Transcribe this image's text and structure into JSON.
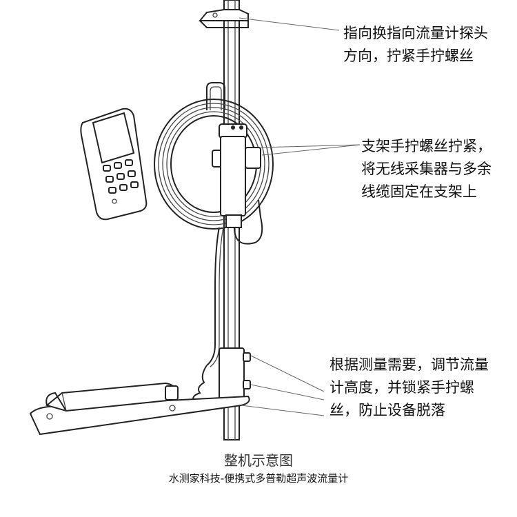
{
  "annotations": {
    "probe_direction": {
      "line1": "指向换指向流量计探头",
      "line2": "方向，拧紧手拧螺丝"
    },
    "clamp_fix": {
      "line1": "支架手拧螺丝拧紧，",
      "line2": "将无线采集器与多余",
      "line3": "线缆固定在支架上"
    },
    "height_adjust": {
      "line1": "根据测量需要，调节流量",
      "line2": "计高度，并锁紧手拧螺",
      "line3": "丝，防止设备脱落"
    }
  },
  "caption": {
    "title": "整机示意图",
    "subtitle": "水测家科技-便携式多普勒超声波流量计"
  }
}
